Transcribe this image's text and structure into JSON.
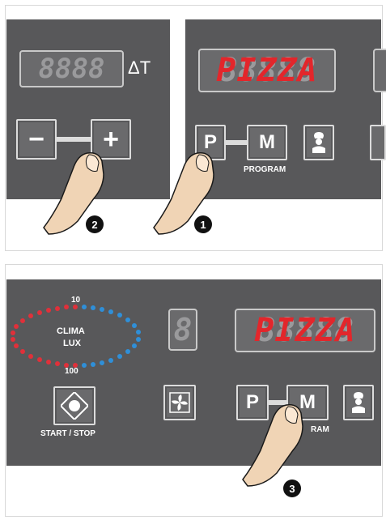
{
  "top_left": {
    "display_ghost": "8888",
    "delta_t_label": "ΔT",
    "minus_label": "−",
    "plus_label": "+"
  },
  "top_right": {
    "display_text": "PIZZA",
    "p_label": "P",
    "m_label": "M",
    "program_label": "PROGRAM"
  },
  "steps": {
    "one": "1",
    "two": "2",
    "three": "3"
  },
  "bottom": {
    "clima_label_1": "CLIMA",
    "clima_label_2": "LUX",
    "scale_top": "10",
    "scale_bottom": "100",
    "start_stop_label": "START / STOP",
    "small_display_ghost": "8",
    "display_text": "PIZZA",
    "p_label": "P",
    "m_label": "M",
    "program_label": "RAM"
  },
  "colors": {
    "panel": "#58585a",
    "display_red": "#e3262b",
    "dot_red": "#e0303a",
    "dot_blue": "#2f8fd8"
  }
}
